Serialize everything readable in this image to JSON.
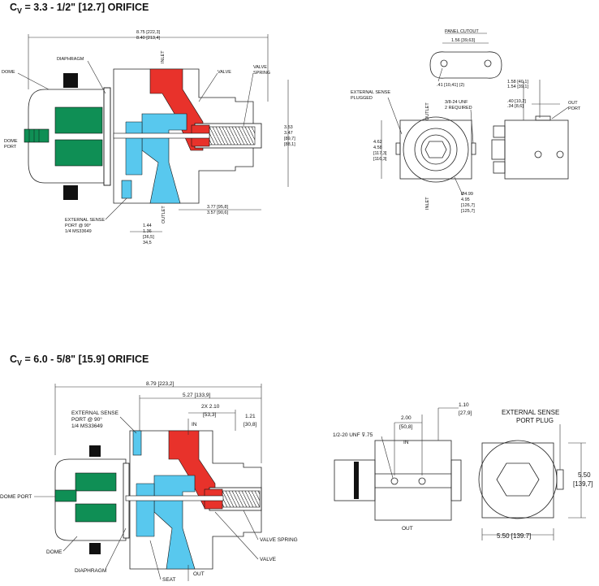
{
  "sections": [
    {
      "title_prefix": "C",
      "title_sub": "V",
      "title_rest": " = 3.3 - 1/2\" [12.7] ORIFICE"
    },
    {
      "title_prefix": "C",
      "title_sub": "V",
      "title_rest": " = 6.0 - 5/8\" [15.9] ORIFICE"
    }
  ],
  "top": {
    "labels": {
      "dome": "DOME",
      "diaphragm": "DIAPHRAGM",
      "inlet": "INLET",
      "valve": "VALVE",
      "valve_spring_1": "VALVE",
      "valve_spring_2": "SPRING",
      "dome_port_1": "DOME",
      "dome_port_2": "PORT",
      "ext_sense_1": "EXTERNAL SENSE",
      "ext_sense_2": "PORT @ 90°",
      "ext_sense_3": "1/4 MS33649",
      "outlet": "OUTLET"
    },
    "dims": {
      "overall_1": "8.75 [222,3]",
      "overall_2": "8.40 [213,4]",
      "height_1": "3.53",
      "height_2": "3.47",
      "height_3": "[89,7]",
      "height_4": "[88,1]",
      "right_1": "3.77 [95,8]",
      "right_2": "3.57 [90,6]",
      "port_1": "1.44",
      "port_2": "1.36",
      "port_3": "[36,5]",
      "port_4": "34,5"
    },
    "side": {
      "panel_cutout": "PANEL CUTOUT",
      "panel_dim": "1.56 [39,63]",
      "holes": ".41 [10,41] (2)",
      "ext_plugged_1": "EXTERNAL SENSE",
      "ext_plugged_2": "PLUGGED",
      "outlet": "OUTLET",
      "inlet": "INLET",
      "unf_1": "3/8-24 UNF",
      "unf_2": "2 REQUIRED",
      "h_1": "4.62",
      "h_2": "4.58",
      "h_3": "[117,3]",
      "h_4": "[116,3]",
      "dia_1": "Ø4.99",
      "dia_2": "4.95",
      "dia_3": "[126,7]",
      "dia_4": "[125,7]",
      "r1_1": "1.58 [40,1]",
      "r1_2": "1.54 [39,1]",
      "r2_1": ".40 [10,2]",
      "r2_2": ".34 [8,6]",
      "out_port_1": "OUT",
      "out_port_2": "PORT"
    }
  },
  "bottom": {
    "labels": {
      "ext_sense_1": "EXTERNAL SENSE",
      "ext_sense_2": "PORT @ 90°",
      "ext_sense_3": "1/4 MS33649",
      "in": "IN",
      "out": "OUT",
      "dome_port": "DOME PORT",
      "dome": "DOME",
      "diaphragm": "DIAPHRAGM",
      "seat": "SEAT",
      "valve_spring": "VALVE SPRING",
      "valve": "VALVE"
    },
    "dims": {
      "overall": "8.79 [223,2]",
      "d527": "5.27 [133,9]",
      "d210_1": "2X 2.10",
      "d210_2": "[53,3]",
      "d121_1": "1.21",
      "d121_2": "[30,8]"
    },
    "side": {
      "d110_1": "1.10",
      "d110_2": "[27,9]",
      "d200_1": "2.00",
      "d200_2": "[50,8]",
      "unf": "1/2-20 UNF ⊽.75",
      "in": "IN",
      "out": "OUT",
      "ext_plug_1": "EXTERNAL SENSE",
      "ext_plug_2": "PORT PLUG",
      "d550_v_1": "5.50",
      "d550_v_2": "[139,7]",
      "d550_h": "5.50 [139.7]"
    }
  },
  "colors": {
    "green": "#0f8f55",
    "red": "#e8322b",
    "blue": "#58c8ee",
    "dark": "#222222"
  }
}
